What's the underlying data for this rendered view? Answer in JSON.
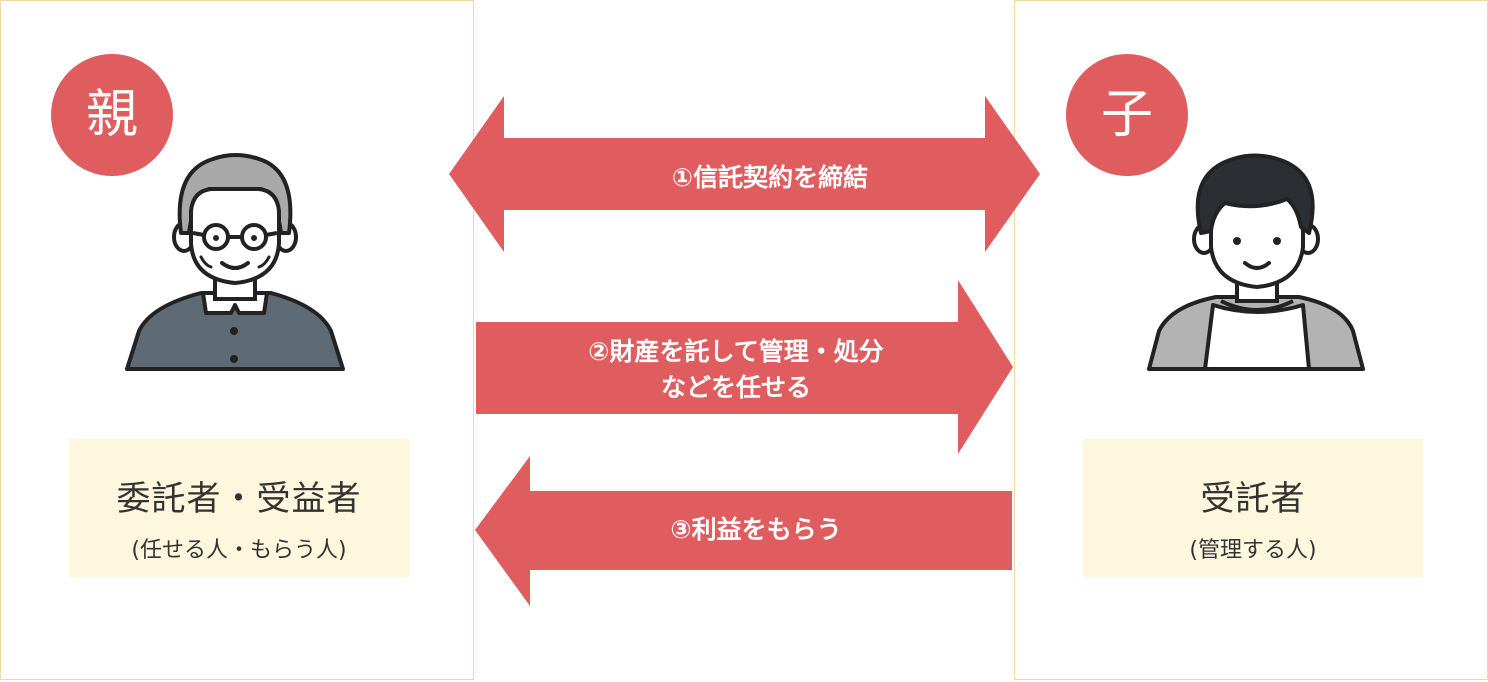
{
  "parent": {
    "badge": "親",
    "role_title": "委託者・受益者",
    "role_sub": "(任せる人・もらう人)"
  },
  "child": {
    "badge": "子",
    "role_title": "受託者",
    "role_sub": "(管理する人)"
  },
  "arrows": [
    {
      "label": "①信託契約を締結",
      "direction": "both"
    },
    {
      "label_lines": [
        "②財産を託して管理・処分",
        "などを任せる"
      ],
      "direction": "right"
    },
    {
      "label": "③利益をもらう",
      "direction": "left"
    }
  ],
  "colors": {
    "accent": "#df5c5f",
    "panel_border": "#f0d9a6",
    "role_box_bg": "#fdf8dd",
    "parent_body": "#5f6b74",
    "parent_hair": "#a9a9a9",
    "child_hair": "#2b2f33",
    "child_jacket": "#b3b3b3"
  }
}
